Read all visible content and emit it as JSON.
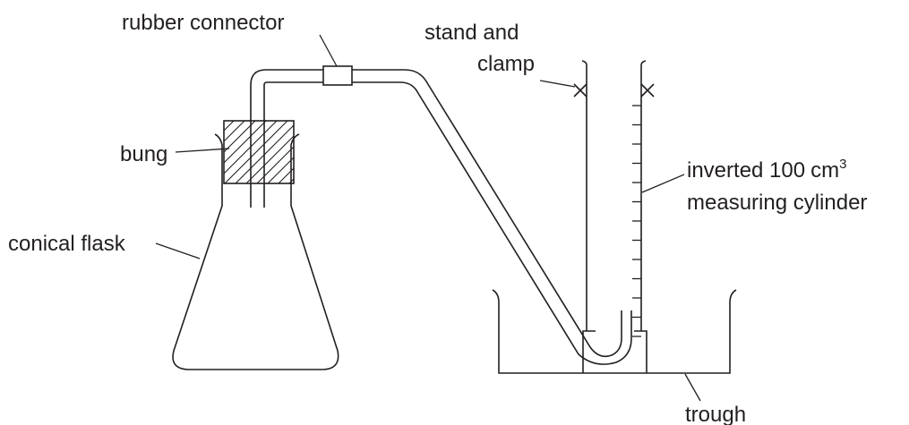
{
  "labels": {
    "rubber_connector": "rubber connector",
    "stand_and_clamp_line1": "stand and",
    "stand_and_clamp_line2": "clamp",
    "bung": "bung",
    "conical_flask": "conical flask",
    "cylinder_line1": "inverted 100",
    "cylinder_unit": "cm",
    "cylinder_superscript": "3",
    "cylinder_line2": "measuring cylinder",
    "trough": "trough"
  },
  "colors": {
    "ink": "#231f20",
    "background": "#ffffff"
  }
}
